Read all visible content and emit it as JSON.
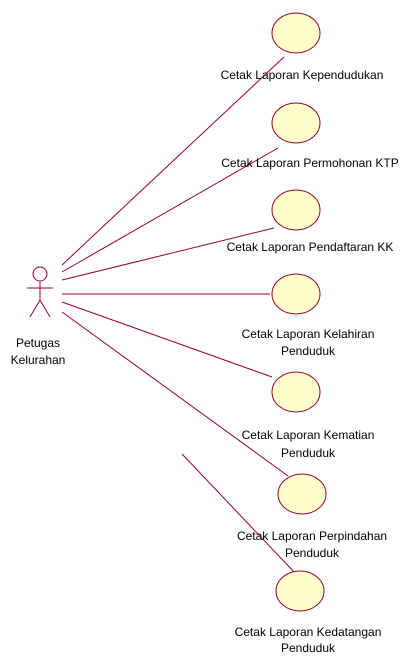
{
  "colors": {
    "line": "#990033",
    "usecase_fill": "#FFFFCC",
    "usecase_stroke": "#990033",
    "actor_stroke": "#990033",
    "text": "#000000"
  },
  "actor": {
    "name_line1": "Petugas",
    "name_line2": "Kelurahan"
  },
  "use_cases": [
    {
      "line1": "Cetak Laporan Kependudukan",
      "line2": ""
    },
    {
      "line1": "Cetak Laporan Permohonan KTP",
      "line2": ""
    },
    {
      "line1": "Cetak Laporan Pendaftaran KK",
      "line2": ""
    },
    {
      "line1": "Cetak Laporan Kelahiran",
      "line2": "Penduduk"
    },
    {
      "line1": "Cetak Laporan Kematian",
      "line2": "Penduduk"
    },
    {
      "line1": "Cetak Laporan Perpindahan",
      "line2": "Penduduk"
    },
    {
      "line1": "Cetak Laporan Kedatangan",
      "line2": "Penduduk"
    }
  ]
}
